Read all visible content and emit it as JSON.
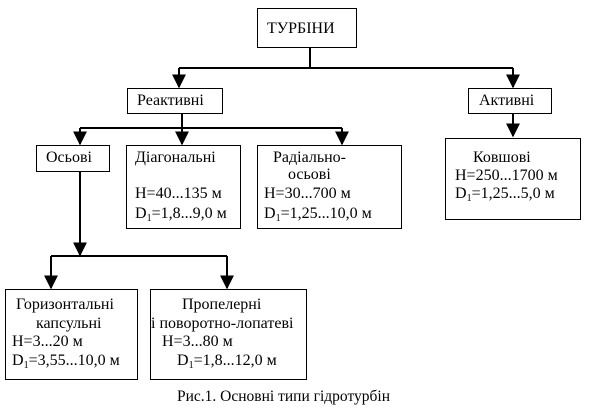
{
  "diagram": {
    "root": {
      "label": "ТУРБІНИ"
    },
    "reactive": {
      "label": "Реактивні"
    },
    "active": {
      "label": "Активні"
    },
    "axial": {
      "label": "Осьові"
    },
    "diagonal": {
      "title": "Діагональні",
      "head": "H=40...135 м",
      "diam_prefix": "D",
      "diam_sub": "1",
      "diam_value": "=1,8...9,0 м"
    },
    "radial_axial": {
      "title_line1": "Радіально-",
      "title_line2": "осьові",
      "head": "H=30...700 м",
      "diam_prefix": "D",
      "diam_sub": "1",
      "diam_value": "=1,25...10,0 м"
    },
    "bucket": {
      "title": "Ковшові",
      "head": "H=250...1700 м",
      "diam_prefix": "D",
      "diam_sub": "1",
      "diam_value": "=1,25...5,0 м"
    },
    "horizontal_capsule": {
      "title_line1": "Горизонтальні",
      "title_line2": "капсульні",
      "head": "H=3...20 м",
      "diam_prefix": "D",
      "diam_sub": "1",
      "diam_value": "=3,55...10,0 м"
    },
    "propeller": {
      "title_line1": "Пропелерні",
      "title_line2": "і поворотно-лопатеві",
      "head": "H=3...80 м",
      "diam_prefix": "D",
      "diam_sub": "1",
      "diam_value": "=1,8...12,0 м"
    }
  },
  "caption": "Рис.1. Основні типи гідротурбін"
}
